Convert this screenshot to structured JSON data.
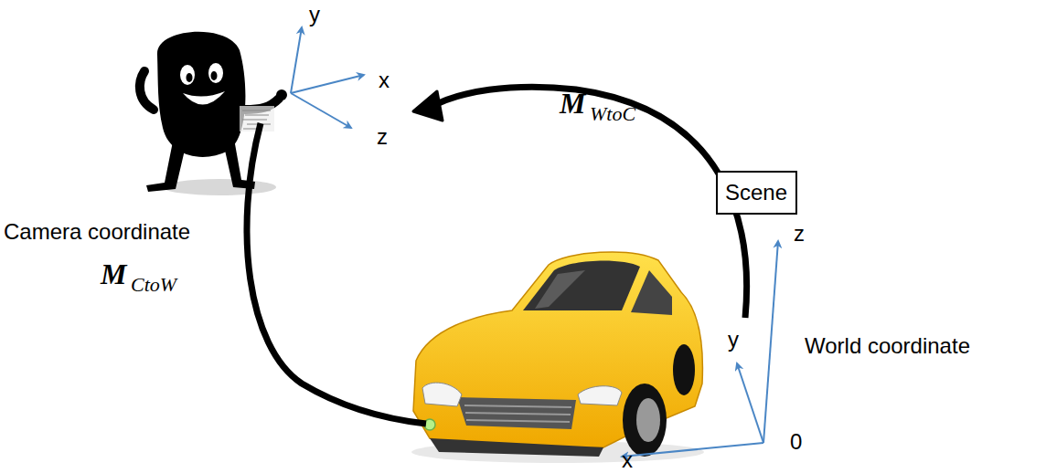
{
  "diagram": {
    "nodes": [
      {
        "text": [
          "Scene"
        ]
      }
    ],
    "labels": [
      "y",
      "x",
      "z",
      "Camera coordinate",
      "M",
      "WtoC",
      "M",
      "CtoW",
      "z",
      "y",
      "World coordinate",
      "0",
      "x"
    ]
  }
}
